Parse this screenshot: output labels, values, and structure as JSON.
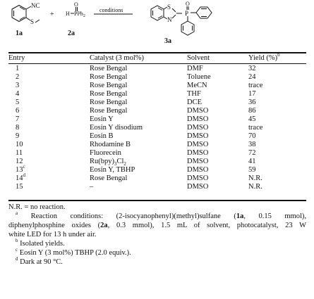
{
  "scheme": {
    "reactant1_group": "NC",
    "reactant1_s": "S",
    "reactant1_label": "1a",
    "plus": "+",
    "reactant2_o": "O",
    "reactant2_h": "H",
    "reactant2_pph2": "PPh",
    "reactant2_sub": "2",
    "reactant2_label": "2a",
    "arrow_label": "conditions",
    "product_s": "S",
    "product_n": "N",
    "product_p": "P",
    "product_o": "O",
    "product_label": "3a"
  },
  "table": {
    "headers": {
      "entry": "Entry",
      "catalyst": "Catalyst (3 mol%)",
      "solvent": "Solvent",
      "yield": "Yield (%)",
      "yield_sup": "b"
    },
    "rows": [
      {
        "entry": "1",
        "sup": "",
        "catalyst": "Rose Bengal",
        "solvent": "DMF",
        "yield": "32"
      },
      {
        "entry": "2",
        "sup": "",
        "catalyst": "Rose Bengal",
        "solvent": "Toluene",
        "yield": "24"
      },
      {
        "entry": "3",
        "sup": "",
        "catalyst": "Rose Bengal",
        "solvent": "MeCN",
        "yield": "trace"
      },
      {
        "entry": "4",
        "sup": "",
        "catalyst": "Rose Bengal",
        "solvent": "THF",
        "yield": "17"
      },
      {
        "entry": "5",
        "sup": "",
        "catalyst": "Rose Bengal",
        "solvent": "DCE",
        "yield": "36"
      },
      {
        "entry": "6",
        "sup": "",
        "catalyst": "Rose Bengal",
        "solvent": "DMSO",
        "yield": "86"
      },
      {
        "entry": "7",
        "sup": "",
        "catalyst": "Eosin Y",
        "solvent": "DMSO",
        "yield": "45"
      },
      {
        "entry": "8",
        "sup": "",
        "catalyst": "Eosin Y disodium",
        "solvent": "DMSO",
        "yield": "trace"
      },
      {
        "entry": "9",
        "sup": "",
        "catalyst": "Eosin B",
        "solvent": "DMSO",
        "yield": "70"
      },
      {
        "entry": "10",
        "sup": "",
        "catalyst": "Rhodamine B",
        "solvent": "DMSO",
        "yield": "38"
      },
      {
        "entry": "11",
        "sup": "",
        "catalyst": "Fluorecein",
        "solvent": "DMSO",
        "yield": "72"
      },
      {
        "entry": "12",
        "sup": "",
        "catalyst": "Ru(bpy)3Cl2",
        "solvent": "DMSO",
        "yield": "41"
      },
      {
        "entry": "13",
        "sup": "c",
        "catalyst": "Eosin Y, TBHP",
        "solvent": "DMSO",
        "yield": "59"
      },
      {
        "entry": "14",
        "sup": "d",
        "catalyst": "Rose Bengal",
        "solvent": "DMSO",
        "yield": "N.R."
      },
      {
        "entry": "15",
        "sup": "",
        "catalyst": "–",
        "solvent": "DMSO",
        "yield": "N.R."
      }
    ],
    "ru_parts": {
      "a": "Ru(bpy)",
      "s1": "3",
      "b": "Cl",
      "s2": "2"
    }
  },
  "notes": {
    "nr": "N.R. = no reaction.",
    "a_mark": "a",
    "a_line1_pre": "Reaction conditions: (2-isocyanophenyl)(methyl)sulfane (",
    "a_bold1": "1a",
    "a_line1_post": ", 0.15 mmol),",
    "a_line2_pre": "diphenylphosphine oxides (",
    "a_bold2": "2a",
    "a_line2_post": ", 0.3 mmol), 1.5 mL of solvent, photocatalyst, 23 W",
    "a_line3": "white LED for 13 h under air.",
    "b_mark": "b",
    "b_text": "Isolated yields.",
    "c_mark": "c",
    "c_text": "Eosin Y (3 mol%) TBHP (2.0 equiv.).",
    "d_mark": "d",
    "d_text": "Dark at 90 °C."
  }
}
